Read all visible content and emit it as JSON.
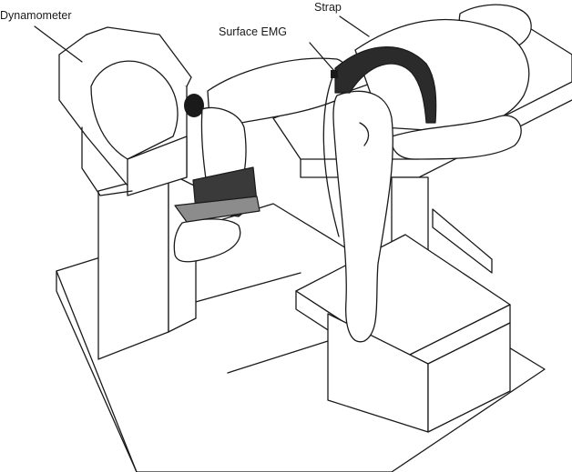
{
  "labels": {
    "dynamometer": "Dynamometer",
    "surface_emg": "Surface EMG",
    "strap": "Strap"
  },
  "colors": {
    "line": "#1a1a1a",
    "strap_fill": "#2b2b2b",
    "foot_plate_fill": "#3a3a3a",
    "plate_bar_fill": "#8c8c8c",
    "background": "#ffffff"
  }
}
